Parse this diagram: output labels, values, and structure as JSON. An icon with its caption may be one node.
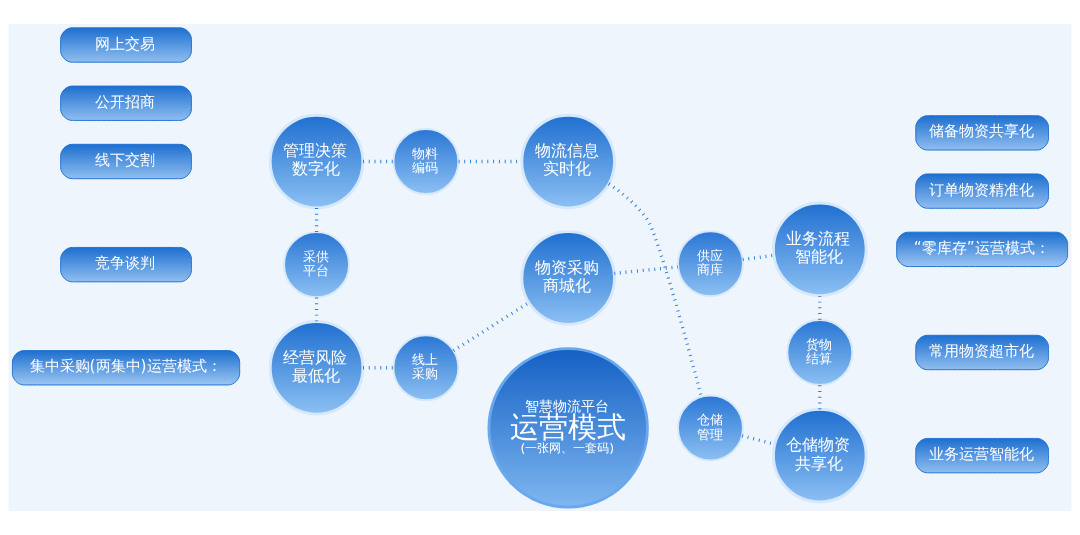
{
  "diagram": {
    "nodes": [
      {
        "text": [
          "集中采购(两集中)运营模式："
        ]
      },
      {
        "text": [
          "公开招商"
        ]
      },
      {
        "text": [
          "竞争谈判"
        ]
      },
      {
        "text": [
          "网上交易"
        ]
      },
      {
        "text": [
          "线下交割"
        ]
      },
      {
        "text": [
          "智慧物流平台",
          "运营模式",
          "(一张网、一套码)"
        ]
      },
      {
        "text": [
          "物资采购商城化"
        ]
      },
      {
        "text": [
          "供应商库"
        ]
      },
      {
        "text": [
          "业务流程智能化"
        ]
      },
      {
        "text": [
          "货物结算"
        ]
      },
      {
        "text": [
          "仓储物资共享化"
        ]
      },
      {
        "text": [
          "仓储管理"
        ]
      },
      {
        "text": [
          "物流信息实时化"
        ]
      },
      {
        "text": [
          "物料编码"
        ]
      },
      {
        "text": [
          "管理决策数字化"
        ]
      },
      {
        "text": [
          "采供平台"
        ]
      },
      {
        "text": [
          "经营风险最低化"
        ]
      },
      {
        "text": [
          "线上采购"
        ]
      },
      {
        "text": [
          "“零库存”运营模式："
        ]
      },
      {
        "text": [
          "订单物资精准化"
        ]
      },
      {
        "text": [
          "常用物资超市化"
        ]
      },
      {
        "text": [
          "储备物资共享化"
        ]
      },
      {
        "text": [
          "业务运营智能化"
        ]
      }
    ],
    "edges": [
      {
        "from": 6,
        "to": 7,
        "arrow": "none",
        "style": "dashed"
      },
      {
        "from": 7,
        "to": 8,
        "arrow": "none",
        "style": "dashed"
      },
      {
        "from": 8,
        "to": 9,
        "arrow": "none",
        "style": "dashed"
      },
      {
        "from": 9,
        "to": 10,
        "arrow": "none",
        "style": "dashed"
      },
      {
        "from": 10,
        "to": 11,
        "arrow": "none",
        "style": "dashed"
      },
      {
        "from": 11,
        "to": 12,
        "arrow": "none",
        "style": "dashed"
      },
      {
        "from": 12,
        "to": 13,
        "arrow": "none",
        "style": "dashed"
      },
      {
        "from": 13,
        "to": 14,
        "arrow": "none",
        "style": "dashed"
      },
      {
        "from": 14,
        "to": 15,
        "arrow": "none",
        "style": "dashed"
      },
      {
        "from": 15,
        "to": 16,
        "arrow": "none",
        "style": "dashed"
      },
      {
        "from": 16,
        "to": 17,
        "arrow": "none",
        "style": "dashed"
      },
      {
        "from": 17,
        "to": 6,
        "arrow": "none",
        "style": "dashed"
      }
    ]
  }
}
